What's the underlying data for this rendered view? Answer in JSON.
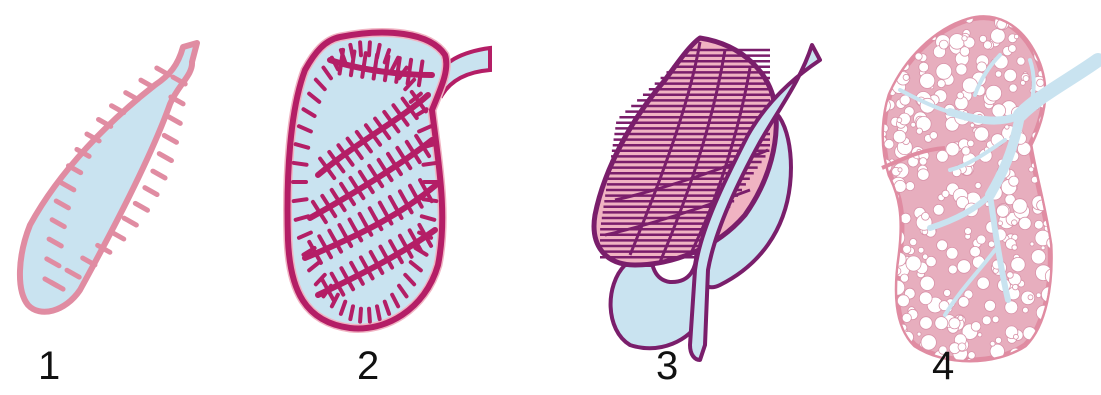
{
  "panels": [
    {
      "label": "1",
      "icon": "simple-sac-lung-icon"
    },
    {
      "label": "2",
      "icon": "septate-lung-icon"
    },
    {
      "label": "3",
      "icon": "bird-lung-air-sac-icon"
    },
    {
      "label": "4",
      "icon": "alveolar-lung-icon"
    }
  ],
  "colors": {
    "air": "#c9e3f0",
    "tissue_light": "#f0b3c2",
    "tissue_dark": "#b41e66",
    "outline_light": "#e08ca2",
    "outline_dark": "#7a1e6b",
    "alveoli_bg": "#e7aebe",
    "label": "#111111"
  }
}
